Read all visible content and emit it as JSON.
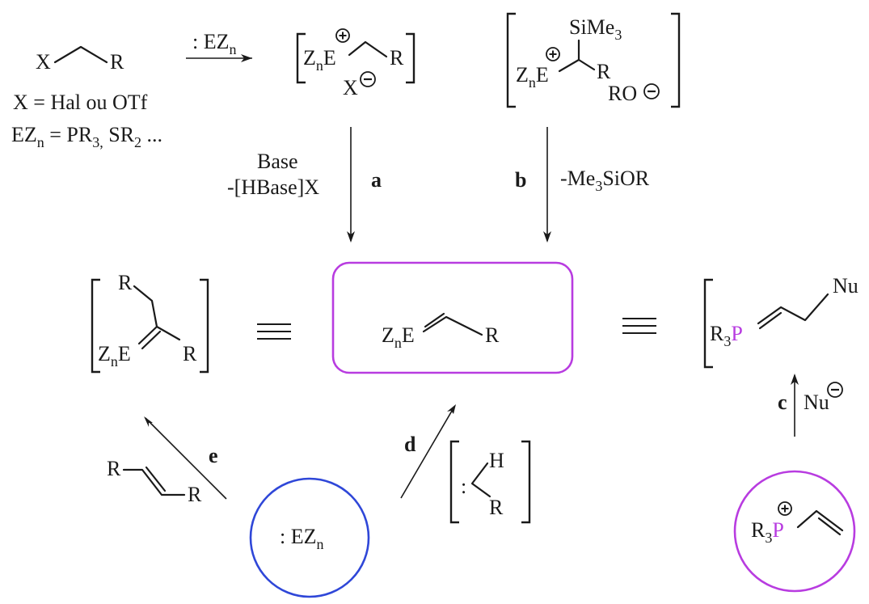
{
  "colors": {
    "ink": "#1a1a1a",
    "magenta": "#b83ce0",
    "blue": "#2f47d8"
  },
  "start": {
    "x": "X",
    "r": "R",
    "legend1": "X = Hal ou OTf",
    "legend2_a": "EZ",
    "legend2_sub": "n",
    "legend2_b": " = PR",
    "legend2_sub2": "3,",
    "legend2_c": " SR",
    "legend2_sub3": "2",
    "legend2_d": " ..."
  },
  "reagent_top": {
    "a": ": EZ",
    "sub": "n"
  },
  "int1": {
    "zn": "Z",
    "zn_sub": "n",
    "e": "E",
    "r": "R",
    "anion": "X"
  },
  "int2": {
    "sime": "SiMe",
    "sime_sub": "3",
    "zn": "Z",
    "zn_sub": "n",
    "e": "E",
    "r": "R",
    "ro": "RO"
  },
  "arrow_a": {
    "label": "a",
    "cond1": "Base",
    "cond2": "-[HBase]X"
  },
  "arrow_b": {
    "label": "b",
    "cond": "-Me",
    "cond_sub": "3",
    "cond2": "SiOR"
  },
  "left_struct": {
    "r_top": "R",
    "zn": "Z",
    "zn_sub": "n",
    "e": "E",
    "r": "R"
  },
  "center": {
    "zn": "Z",
    "zn_sub": "n",
    "e": "E",
    "r": "R"
  },
  "right_struct": {
    "r": "R",
    "r_sub": "3",
    "p": "P",
    "nu": "Nu"
  },
  "arrow_c": {
    "label": "c",
    "nu": "Nu"
  },
  "arrow_d": {
    "label": "d",
    "h": "H",
    "colon": ":",
    "r": "R"
  },
  "arrow_e": {
    "label": "e",
    "r1": "R",
    "r2": "R"
  },
  "circle_blue": {
    "a": ": EZ",
    "sub": "n"
  },
  "circle_magenta": {
    "r": "R",
    "r_sub": "3",
    "p": "P"
  }
}
